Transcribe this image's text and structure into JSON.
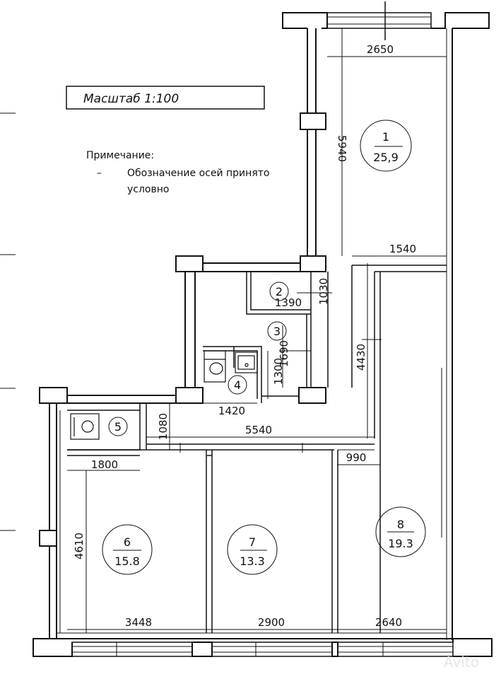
{
  "scale_label": "Масштаб  1:100",
  "note": {
    "title": "Примечание:",
    "dash": "–",
    "line1": "Обозначение осей принято",
    "line2": "условно"
  },
  "rooms": [
    {
      "number": "1",
      "area": "25,9"
    },
    {
      "number": "2"
    },
    {
      "number": "3"
    },
    {
      "number": "4"
    },
    {
      "number": "5"
    },
    {
      "number": "6",
      "area": "15.8"
    },
    {
      "number": "7",
      "area": "13.3"
    },
    {
      "number": "8",
      "area": "19.3"
    }
  ],
  "dimensions": {
    "d2650": "2650",
    "d5940": "5940",
    "d1540": "1540",
    "d1030": "1030",
    "d1390": "1390",
    "d1690": "1690",
    "d4430": "4430",
    "d1300": "1300",
    "d1420": "1420",
    "d1080": "1080",
    "d5540": "5540",
    "d1800": "1800",
    "d990": "990",
    "d4610": "4610",
    "d3448": "3448",
    "d2900": "2900",
    "d2640": "2640"
  },
  "watermark": "Avito"
}
